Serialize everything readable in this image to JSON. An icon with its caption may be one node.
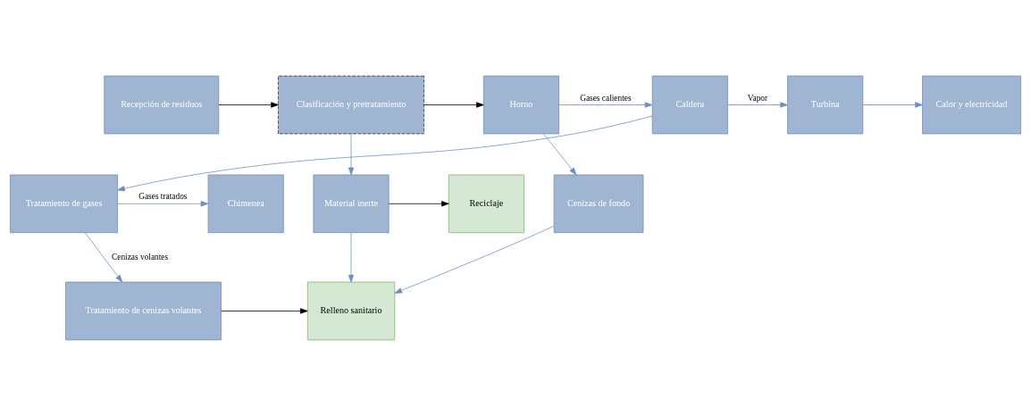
{
  "diagram": {
    "nodes": [
      {
        "text": [
          "Recepción de residuos"
        ]
      },
      {
        "text": [
          "Clasificación y pretratamiento"
        ]
      },
      {
        "text": [
          "Horno"
        ]
      },
      {
        "text": [
          "Caldera"
        ]
      },
      {
        "text": [
          "Turbina"
        ]
      },
      {
        "text": [
          "Calor y electricidad"
        ]
      },
      {
        "text": [
          "Reciclaje"
        ]
      },
      {
        "text": [
          "Material inerte"
        ]
      },
      {
        "text": [
          "Cenizas de fondo"
        ]
      },
      {
        "text": [
          "Tratamiento de gases"
        ]
      },
      {
        "text": [
          "Chimenea"
        ]
      },
      {
        "text": [
          "Relleno sanitario"
        ]
      },
      {
        "text": [
          "Tratamiento de cenizas volantes"
        ]
      }
    ],
    "edges": [
      {
        "from": 0,
        "to": 1,
        "arrow": "to",
        "color": "#000000"
      },
      {
        "from": 1,
        "to": 2,
        "arrow": "to",
        "color": "#000000"
      },
      {
        "from": 2,
        "to": 3,
        "arrow": "to",
        "label": "Gases calientes"
      },
      {
        "from": 3,
        "to": 4,
        "arrow": "to",
        "label": "Vapor"
      },
      {
        "from": 4,
        "to": 5,
        "arrow": "to"
      },
      {
        "from": 1,
        "to": 7,
        "arrow": "to"
      },
      {
        "from": 2,
        "to": 8,
        "arrow": "to"
      },
      {
        "from": 3,
        "to": 9,
        "arrow": "to"
      },
      {
        "from": 7,
        "to": 6,
        "arrow": "to",
        "color": "#000000"
      },
      {
        "from": 9,
        "to": 10,
        "arrow": "to",
        "label": "Gases tratados"
      },
      {
        "from": 9,
        "to": 12,
        "arrow": "to",
        "label": "Cenizas volantes"
      },
      {
        "from": 7,
        "to": 11,
        "arrow": "to"
      },
      {
        "from": 8,
        "to": 11,
        "arrow": "to"
      },
      {
        "from": 12,
        "to": 11,
        "arrow": "to",
        "color": "#000000"
      }
    ]
  }
}
